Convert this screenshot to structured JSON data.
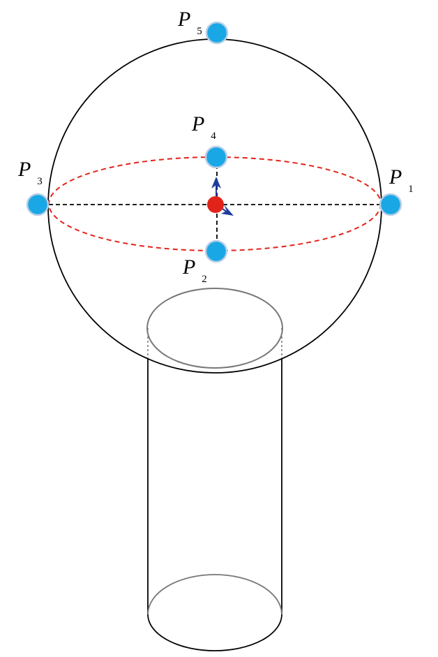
{
  "colors": {
    "sphere_outline": "#000000",
    "equator": "#e2231a",
    "axis_lines": "#000000",
    "point_fill": "#1aa7e6",
    "point_ring": "#b9cfe6",
    "center_point": "#e2231a",
    "arrows": "#1f3c9c",
    "cylinder_top": "#777777",
    "cylinder_body": "#000000"
  },
  "points": [
    {
      "id": "p1",
      "letter": "P",
      "subscript": "1"
    },
    {
      "id": "p2",
      "letter": "P",
      "subscript": "2"
    },
    {
      "id": "p3",
      "letter": "P",
      "subscript": "3"
    },
    {
      "id": "p4",
      "letter": "P",
      "subscript": "4"
    },
    {
      "id": "p5",
      "letter": "P",
      "subscript": "5"
    }
  ]
}
